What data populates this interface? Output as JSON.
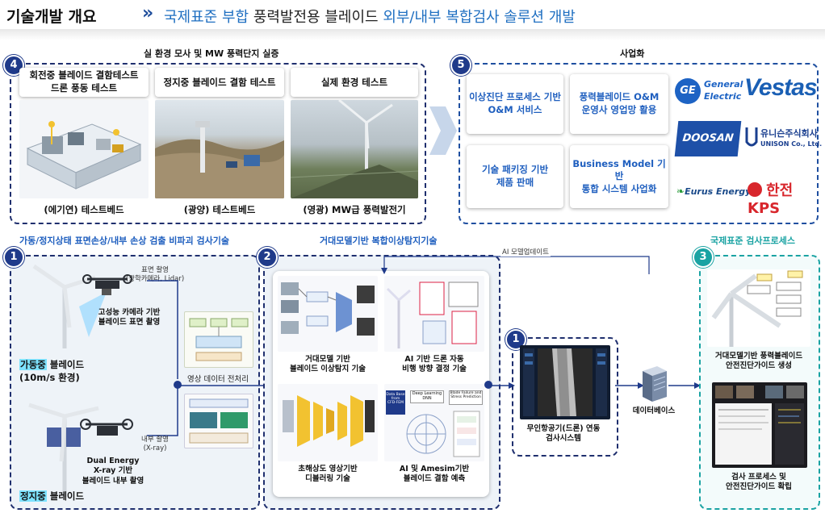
{
  "header": {
    "title": "기술개발 개요",
    "arrow": "»",
    "subtitle_parts": [
      "국제표준 부합",
      " 풍력발전용 블레이드 ",
      "외부/내부 복합검사 솔루션 개발"
    ]
  },
  "top_left": {
    "number": "4",
    "title": "실 환경 모사 및 MW 풍력단지 실증",
    "cards": [
      {
        "title_line1": "회전중 블레이드 결함테스트",
        "title_line2": "드론 풍동 테스트",
        "caption": "(에기연) 테스트베드"
      },
      {
        "title_line1": "정지중 블레이드 결함 테스트",
        "title_line2": "",
        "caption": "(광양) 테스트베드"
      },
      {
        "title_line1": "실제 환경 테스트",
        "title_line2": "",
        "caption": "(영광) MW급 풍력발전기"
      }
    ]
  },
  "top_right": {
    "number": "5",
    "title": "사업화",
    "items": [
      {
        "line1": "이상진단 프로세스 기반",
        "line2": "O&M 서비스"
      },
      {
        "line1": "풍력블레이드 O&M",
        "line2": "운영사 영업망 활용"
      },
      {
        "line1": "기술 패키징 기반",
        "line2": "제품 판매"
      },
      {
        "line1": "Business Model 기반",
        "line2": "통합 시스템 사업화"
      }
    ],
    "logos": {
      "ge_line1": "General",
      "ge_line2": "Electric",
      "ge_mark": "GE",
      "vestas": "Vestas",
      "doosan": "DOOSAN",
      "unison_line1": "유니슨주식회사",
      "unison_line2": "UNISON Co., Ltd.",
      "eurus": "Eurus Energy",
      "kps": "한전KPS"
    }
  },
  "bottom_left": {
    "number": "1",
    "title": "가동/정지상태 표면손상/내부 손상 검출 비파괴 검사기술",
    "ext_shot_line1": "표면 촬영",
    "ext_shot_line2": "(광학카메라, Lidar)",
    "camera_line1": "고성능 카메라 기반",
    "camera_line2": "블레이드 표면 촬영",
    "operating_hl": "가동중",
    "operating_rest": " 블레이드",
    "operating_wind": "(10m/s 환경)",
    "preproc": "영상 데이터 전처리",
    "int_shot_line1": "내부 촬영",
    "int_shot_line2": "(X-ray)",
    "xray_line1": "Dual Energy",
    "xray_line2": "X-ray 기반",
    "xray_line3": "블레이드 내부 촬영",
    "stopped_hl": "정지중",
    "stopped_rest": " 블레이드"
  },
  "bottom_mid": {
    "number": "2",
    "title": "거대모델기반 복합이상탐지기술",
    "model_update": "AI 모델업데이트",
    "items": [
      {
        "line1": "거대모델 기반",
        "line2": "블레이드 이상탐지 기술"
      },
      {
        "line1": "AI 기반 드론 자동",
        "line2": "비행 방향 결정 기술"
      },
      {
        "line1": "초해상도 영상기반",
        "line2": "디블러링 기술"
      },
      {
        "line1": "AI 및 Amesim기반",
        "line2": "블레이드 결함 예측"
      }
    ],
    "mini": {
      "data": "Data Base from CFD·FEM",
      "deep": "Deep Learning DNN",
      "blade": "Blade Failure and Stress Prediction"
    }
  },
  "drone_system": {
    "number": "1",
    "line1": "무인항공기(드론) 연동",
    "line2": "검사시스템"
  },
  "database": {
    "label": "데이터베이스"
  },
  "bottom_right": {
    "number": "3",
    "title": "국제표준 검사프로세스",
    "item1_line1": "거대모델기반 풍력블레이드",
    "item1_line2": "안전진단가이드 생성",
    "item2_line1": "검사 프로세스 및",
    "item2_line2": "안전진단가이드 확립"
  },
  "colors": {
    "navy": "#1f2f6e",
    "teal": "#1aa3a3",
    "blue_text": "#1f6fc1",
    "highlight": "#7ee3ff"
  }
}
